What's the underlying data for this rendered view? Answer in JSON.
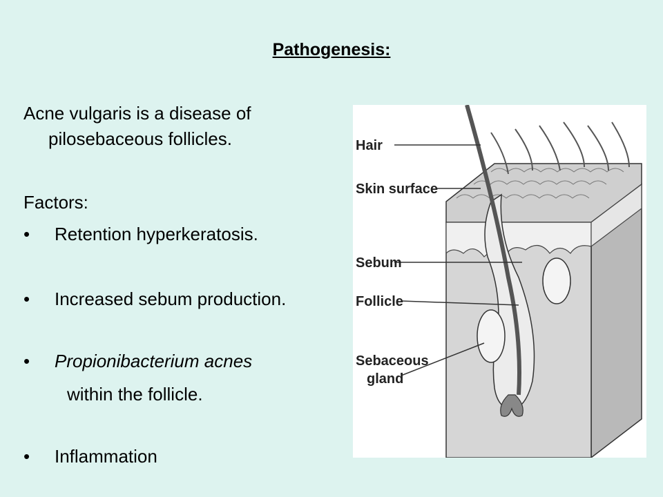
{
  "slide": {
    "title": "Pathogenesis:",
    "intro_line1": "Acne vulgaris is a disease of",
    "intro_line2": "pilosebaceous follicles.",
    "factors_heading": "Factors:",
    "bullet_glyph": "•",
    "bullets": [
      "Retention hyperkeratosis.",
      "Increased sebum production.",
      "Propionibacterium acnes",
      "Inflammation"
    ],
    "bullet3_continuation": "within the follicle."
  },
  "figure": {
    "labels": {
      "hair": "Hair",
      "skin_surface": "Skin surface",
      "sebum": "Sebum",
      "follicle": "Follicle",
      "sebaceous_line1": "Sebaceous",
      "sebaceous_line2": "gland"
    }
  }
}
